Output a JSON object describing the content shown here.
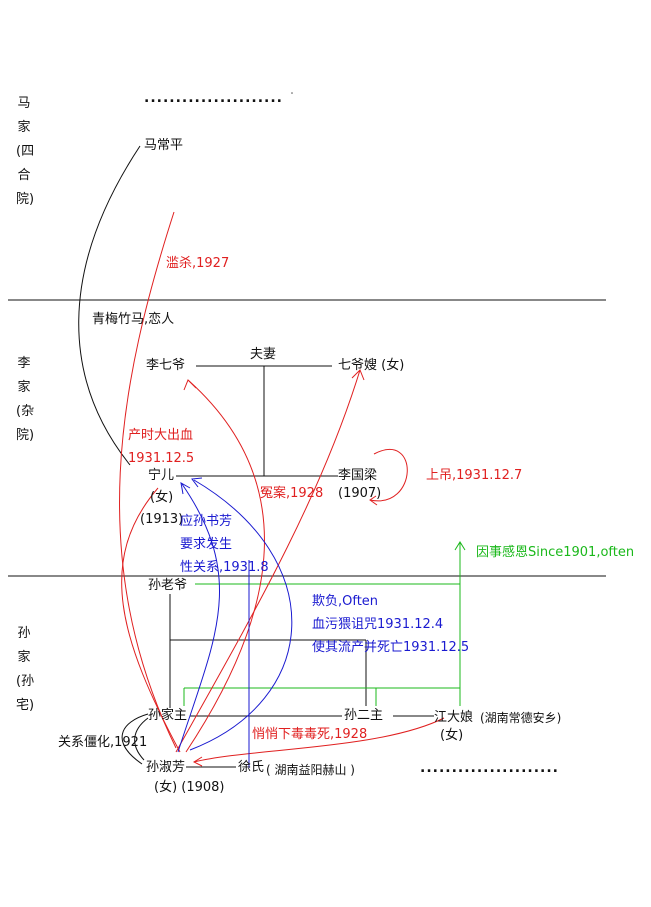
{
  "sections": {
    "ma": [
      "马",
      "家",
      "(四",
      "合",
      "院)"
    ],
    "li": [
      "李",
      "家",
      "(杂",
      "院)"
    ],
    "sun": [
      "孙",
      "家",
      "(孙",
      "宅)"
    ]
  },
  "ellipsis": {
    "top": "......................",
    "bottom": "......................"
  },
  "people": {
    "ma_changping": "马常平",
    "li_qiye": "李七爷",
    "qiye_sao": "七爷嫂 (女)",
    "ninger": "宁儿",
    "ninger_sex": "(女)",
    "ninger_year": "(1913)",
    "li_guoliang": "李国梁",
    "li_guoliang_year": "(1907)",
    "sun_laoye": "孙老爷",
    "sun_jiazhu": "孙家主",
    "sun_erzhu": "孙二主",
    "jiang_daniang": "江大娘",
    "jiang_origin": "(湖南常德安乡)",
    "jiang_sex": "(女)",
    "sun_shufang": "孙淑芳",
    "sun_shufang_info": "(女) (1908)",
    "xu_shi": "徐氏",
    "xu_origin": "( 湖南益阳赫山 )"
  },
  "relations": {
    "qingmei": "青梅竹马,恋人",
    "fuqi": "夫妻",
    "lansha": "滥杀,1927",
    "chanshi_1": "产时大出血",
    "chanshi_2": "1931.12.5",
    "yuanan": "冤案,1928",
    "shangdiao": "上吊,1931.12.7",
    "yingsun_1": "应孙书芳",
    "yingsun_2": "要求发生",
    "yingsun_3": "性关系,1931.8",
    "yinshi": "因事感恩Since1901,often",
    "qifu": "欺负,Often",
    "xuewu_1": "血污猥诅咒1931.12.4",
    "xuewu_2": "使其流产并死亡1931.12.5",
    "guanxi": "关系僵化,1921",
    "qiaoqiao": "悄悄下毒毒死,1928"
  },
  "colors": {
    "black": "#111111",
    "red": "#e02020",
    "blue": "#1a1ad0",
    "green": "#1bb81b"
  }
}
